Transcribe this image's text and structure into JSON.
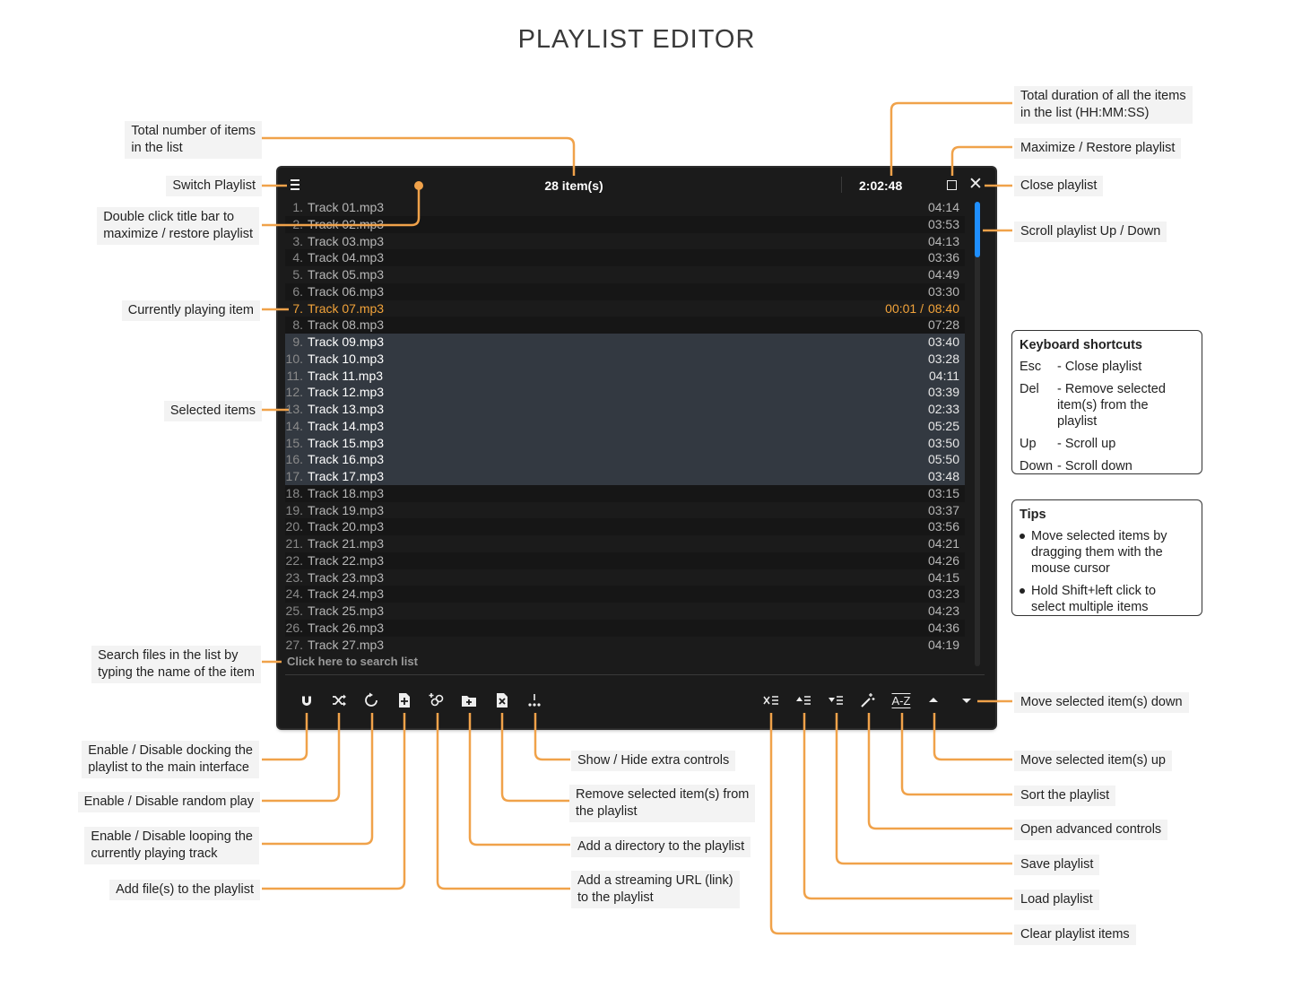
{
  "title": "PLAYLIST EDITOR",
  "accent_color": "#f2a33a",
  "selection_color": "#333941",
  "scrollbar_color": "#1f8fff",
  "playlist": {
    "item_count": "28 item(s)",
    "total_duration": "2:02:48",
    "search_placeholder": "Click here to search list",
    "tracks": [
      {
        "num": "1.",
        "name": "Track 01.mp3",
        "dur": "04:14"
      },
      {
        "num": "2.",
        "name": "Track 02.mp3",
        "dur": "03:53"
      },
      {
        "num": "3.",
        "name": "Track 03.mp3",
        "dur": "04:13"
      },
      {
        "num": "4.",
        "name": "Track 04.mp3",
        "dur": "03:36"
      },
      {
        "num": "5.",
        "name": "Track 05.mp3",
        "dur": "04:49"
      },
      {
        "num": "6.",
        "name": "Track 06.mp3",
        "dur": "03:30"
      },
      {
        "num": "7.",
        "name": "Track 07.mp3",
        "dur": "08:40",
        "elapsed": "00:01 /",
        "playing": true
      },
      {
        "num": "8.",
        "name": "Track 08.mp3",
        "dur": "07:28"
      },
      {
        "num": "9.",
        "name": "Track 09.mp3",
        "dur": "03:40",
        "selected": true
      },
      {
        "num": "10.",
        "name": "Track 10.mp3",
        "dur": "03:28",
        "selected": true
      },
      {
        "num": "11.",
        "name": "Track 11.mp3",
        "dur": "04:11",
        "selected": true
      },
      {
        "num": "12.",
        "name": "Track 12.mp3",
        "dur": "03:39",
        "selected": true
      },
      {
        "num": "13.",
        "name": "Track 13.mp3",
        "dur": "02:33",
        "selected": true
      },
      {
        "num": "14.",
        "name": "Track 14.mp3",
        "dur": "05:25",
        "selected": true
      },
      {
        "num": "15.",
        "name": "Track 15.mp3",
        "dur": "03:50",
        "selected": true
      },
      {
        "num": "16.",
        "name": "Track 16.mp3",
        "dur": "05:50",
        "selected": true
      },
      {
        "num": "17.",
        "name": "Track 17.mp3",
        "dur": "03:48",
        "selected": true
      },
      {
        "num": "18.",
        "name": "Track 18.mp3",
        "dur": "03:15"
      },
      {
        "num": "19.",
        "name": "Track 19.mp3",
        "dur": "03:37"
      },
      {
        "num": "20.",
        "name": "Track 20.mp3",
        "dur": "03:56"
      },
      {
        "num": "21.",
        "name": "Track 21.mp3",
        "dur": "04:21"
      },
      {
        "num": "22.",
        "name": "Track 22.mp3",
        "dur": "04:26"
      },
      {
        "num": "23.",
        "name": "Track 23.mp3",
        "dur": "04:15"
      },
      {
        "num": "24.",
        "name": "Track 24.mp3",
        "dur": "03:23"
      },
      {
        "num": "25.",
        "name": "Track 25.mp3",
        "dur": "04:23"
      },
      {
        "num": "26.",
        "name": "Track 26.mp3",
        "dur": "04:36"
      },
      {
        "num": "27.",
        "name": "Track 27.mp3",
        "dur": "04:19"
      }
    ]
  },
  "toolbar": {
    "left": [
      "magnet-icon",
      "shuffle-icon",
      "loop-icon",
      "add-file-icon",
      "add-link-icon",
      "add-folder-icon",
      "remove-file-icon",
      "extra-controls-icon"
    ],
    "right": [
      "clear-list-icon",
      "load-list-icon",
      "save-list-icon",
      "wand-icon",
      "sort-az-icon",
      "move-up-icon",
      "move-down-icon"
    ],
    "sort_text": "A-Z"
  },
  "labels": {
    "total_items": "Total number of items\nin the list",
    "switch_playlist": "Switch Playlist",
    "double_click": "Double click title bar to\nmaximize / restore playlist",
    "currently_playing": "Currently playing item",
    "selected_items": "Selected items",
    "search_files": "Search files in the list by\ntyping the name of the item",
    "docking": "Enable / Disable docking the\nplaylist to the main interface",
    "random": "Enable / Disable random play",
    "looping": "Enable / Disable looping the\ncurrently playing track",
    "add_files": "Add file(s) to the playlist",
    "extra_controls": "Show / Hide extra controls",
    "remove_selected": "Remove selected item(s) from\nthe playlist",
    "add_directory": "Add a directory to the playlist",
    "add_stream": "Add a streaming URL (link)\nto the playlist",
    "total_duration": "Total duration of all the items\nin the list (HH:MM:SS)",
    "maximize": "Maximize / Restore playlist",
    "close": "Close playlist",
    "scroll": "Scroll playlist Up / Down",
    "move_down": "Move selected item(s) down",
    "move_up": "Move selected item(s) up",
    "sort": "Sort the playlist",
    "advanced": "Open advanced controls",
    "save": "Save playlist",
    "load": "Load playlist",
    "clear": "Clear playlist items"
  },
  "keyboard": {
    "title": "Keyboard shortcuts",
    "items": [
      {
        "key": "Esc",
        "desc": "- Close playlist"
      },
      {
        "key": "Del",
        "desc": "- Remove selected\n  item(s) from the\n  playlist"
      },
      {
        "key": "Up",
        "desc": "- Scroll up"
      },
      {
        "key": "Down",
        "desc": "- Scroll down"
      }
    ]
  },
  "tips": {
    "title": "Tips",
    "items": [
      "Move selected items by\ndragging them with the\nmouse cursor",
      "Hold Shift+left click to\nselect multiple items"
    ]
  }
}
